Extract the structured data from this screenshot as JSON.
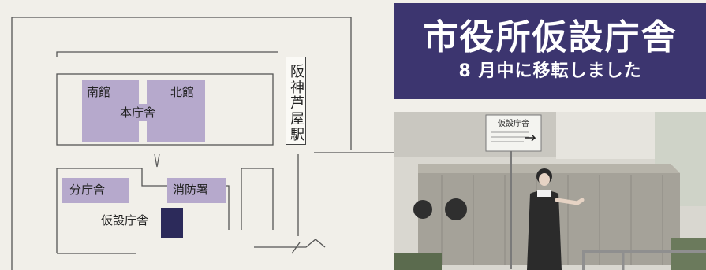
{
  "map": {
    "station": "阪神芦屋駅",
    "buildings": {
      "south": "南館",
      "north": "北館",
      "main": "本庁舎",
      "branch": "分庁舎",
      "fire": "消防署",
      "temporary": "仮設庁舎"
    }
  },
  "banner": {
    "title": "市役所仮設庁舎",
    "subtitle": "8 月中に移転しました"
  },
  "photo": {
    "sign_title": "仮設庁舎"
  },
  "colors": {
    "banner": "#3c356f",
    "building": "#b6a9cc",
    "temporary": "#2c2a5a"
  }
}
